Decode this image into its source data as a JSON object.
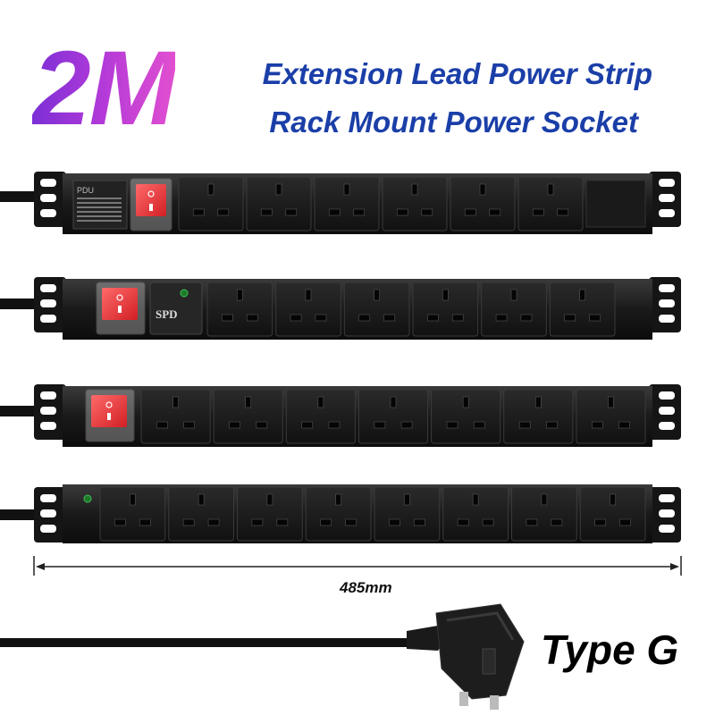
{
  "title": "2M",
  "headline_line1": "Extension Lead Power Strip",
  "headline_line2": "Rack Mount Power Socket",
  "dimension_label": "485mm",
  "plug_type_label": "Type G",
  "strips": [
    {
      "sockets": 6,
      "switch": "red-rocker",
      "label_panel": "PDU",
      "spd": false
    },
    {
      "sockets": 6,
      "switch": "red-rocker",
      "label_panel": "",
      "spd": true,
      "spd_text": "SPD"
    },
    {
      "sockets": 7,
      "switch": "red-rocker",
      "label_panel": "",
      "spd": false
    },
    {
      "sockets": 8,
      "switch": "indicator-light",
      "label_panel": "",
      "spd": false
    }
  ],
  "colors": {
    "title_gradient_start": "#7b2fd6",
    "title_gradient_end": "#e14fd0",
    "headline": "#1b3fa8",
    "switch_red": "#e5383b",
    "strip_body": "#1c1c1c"
  }
}
